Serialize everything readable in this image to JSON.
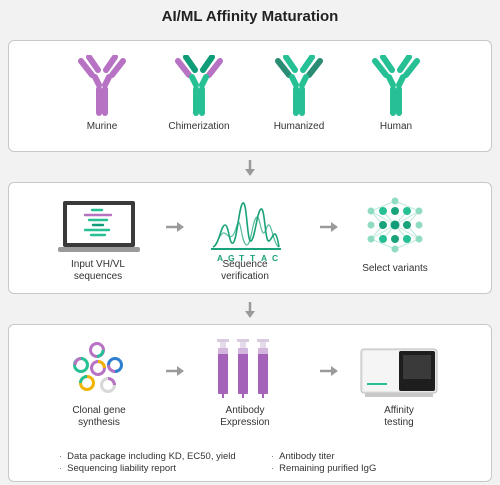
{
  "title": "AI/ML Affinity Maturation",
  "colors": {
    "murine": "#b772c4",
    "chimera_dark": "#0f9c78",
    "chimera_light": "#b772c4",
    "humanized_dark": "#2a8c73",
    "humanized_mid": "#27c095",
    "human": "#27c095",
    "arrow": "#9a9a9a",
    "dna_green": "#1aa37a",
    "tube": "#a463b8"
  },
  "row1": {
    "labels": [
      "Murine",
      "Chimerization",
      "Humanized",
      "Human"
    ]
  },
  "row2": {
    "input_label_1": "Input VH/VL",
    "input_label_2": "sequences",
    "seq_label_1": "Sequence",
    "seq_label_2": "verification",
    "select_label": "Select variants",
    "bases": [
      "A",
      "G",
      "T",
      "T",
      "A",
      "C"
    ]
  },
  "row3": {
    "clonal_label_1": "Clonal gene",
    "clonal_label_2": "synthesis",
    "expr_label_1": "Antibody",
    "expr_label_2": "Expression",
    "aff_label_1": "Affinity",
    "aff_label_2": "testing",
    "bullets_left": [
      "Data package including KD, EC50, yield",
      "Sequencing liability report"
    ],
    "bullets_right": [
      "Antibody titer",
      "Remaining purified IgG"
    ]
  }
}
